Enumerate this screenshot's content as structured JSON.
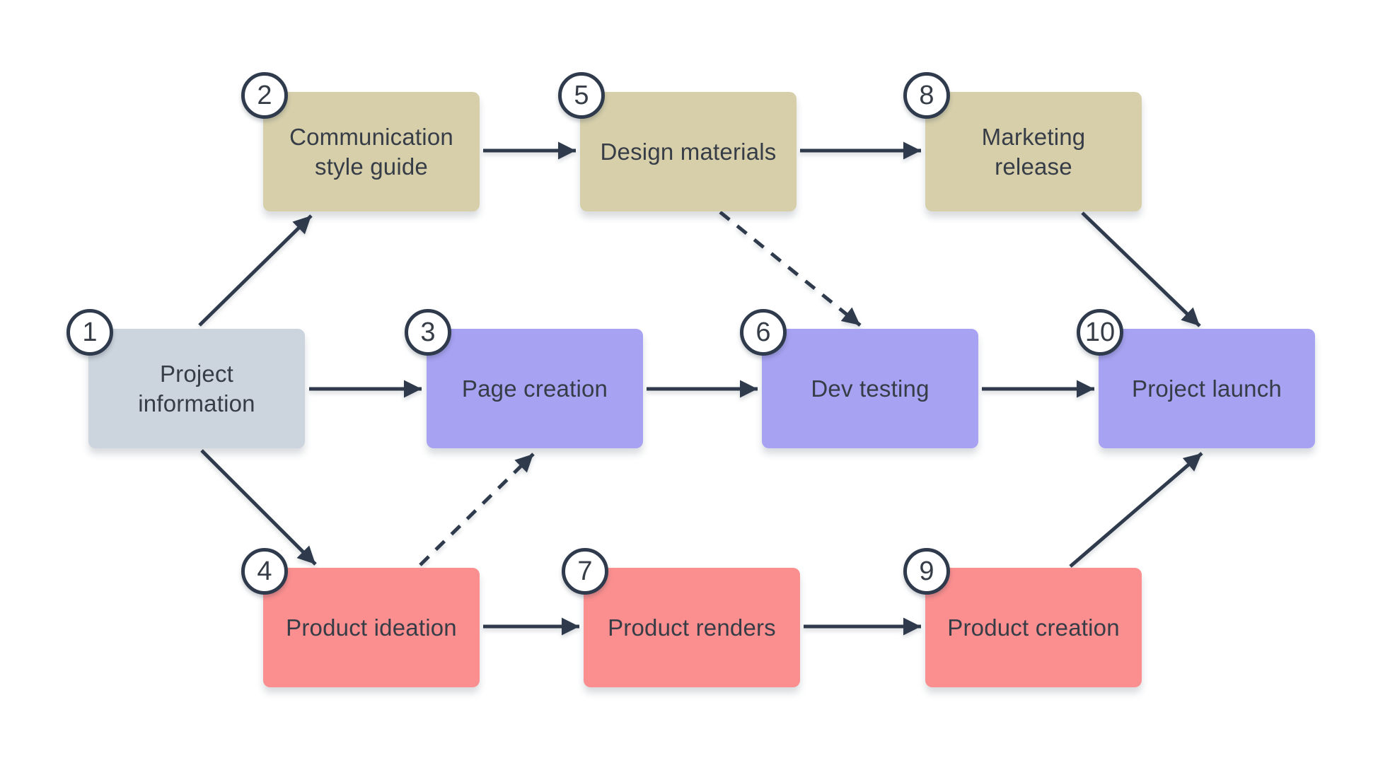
{
  "diagram": {
    "type": "flowchart",
    "background": "#ffffff",
    "colors": {
      "stroke": "#2f3b4c",
      "text": "#373d47",
      "badge_fill": "#ffffff",
      "gray": "#ccd4dd",
      "tan": "#d6cfaa",
      "purple": "#a7a2f2",
      "red": "#fb8f8f"
    },
    "nodes": [
      {
        "number": "1",
        "label": "Project\ninformation",
        "color": "#ccd4dd"
      },
      {
        "number": "2",
        "label": "Communication\nstyle guide",
        "color": "#d6cfaa"
      },
      {
        "number": "3",
        "label": "Page creation",
        "color": "#a7a2f2"
      },
      {
        "number": "4",
        "label": "Product ideation",
        "color": "#fb8f8f"
      },
      {
        "number": "5",
        "label": "Design materials",
        "color": "#d6cfaa"
      },
      {
        "number": "6",
        "label": "Dev testing",
        "color": "#a7a2f2"
      },
      {
        "number": "7",
        "label": "Product renders",
        "color": "#fb8f8f"
      },
      {
        "number": "8",
        "label": "Marketing\nrelease",
        "color": "#d6cfaa"
      },
      {
        "number": "9",
        "label": "Product creation",
        "color": "#fb8f8f"
      },
      {
        "number": "10",
        "label": "Project launch",
        "color": "#a7a2f2"
      }
    ],
    "edges": [
      {
        "from": "1",
        "to": "2",
        "style": "solid"
      },
      {
        "from": "1",
        "to": "3",
        "style": "solid"
      },
      {
        "from": "1",
        "to": "4",
        "style": "solid"
      },
      {
        "from": "2",
        "to": "5",
        "style": "solid"
      },
      {
        "from": "5",
        "to": "8",
        "style": "solid"
      },
      {
        "from": "5",
        "to": "6",
        "style": "dashed"
      },
      {
        "from": "3",
        "to": "6",
        "style": "solid"
      },
      {
        "from": "6",
        "to": "10",
        "style": "solid"
      },
      {
        "from": "8",
        "to": "10",
        "style": "solid"
      },
      {
        "from": "4",
        "to": "3",
        "style": "dashed"
      },
      {
        "from": "4",
        "to": "7",
        "style": "solid"
      },
      {
        "from": "7",
        "to": "9",
        "style": "solid"
      },
      {
        "from": "9",
        "to": "10",
        "style": "solid"
      }
    ]
  }
}
